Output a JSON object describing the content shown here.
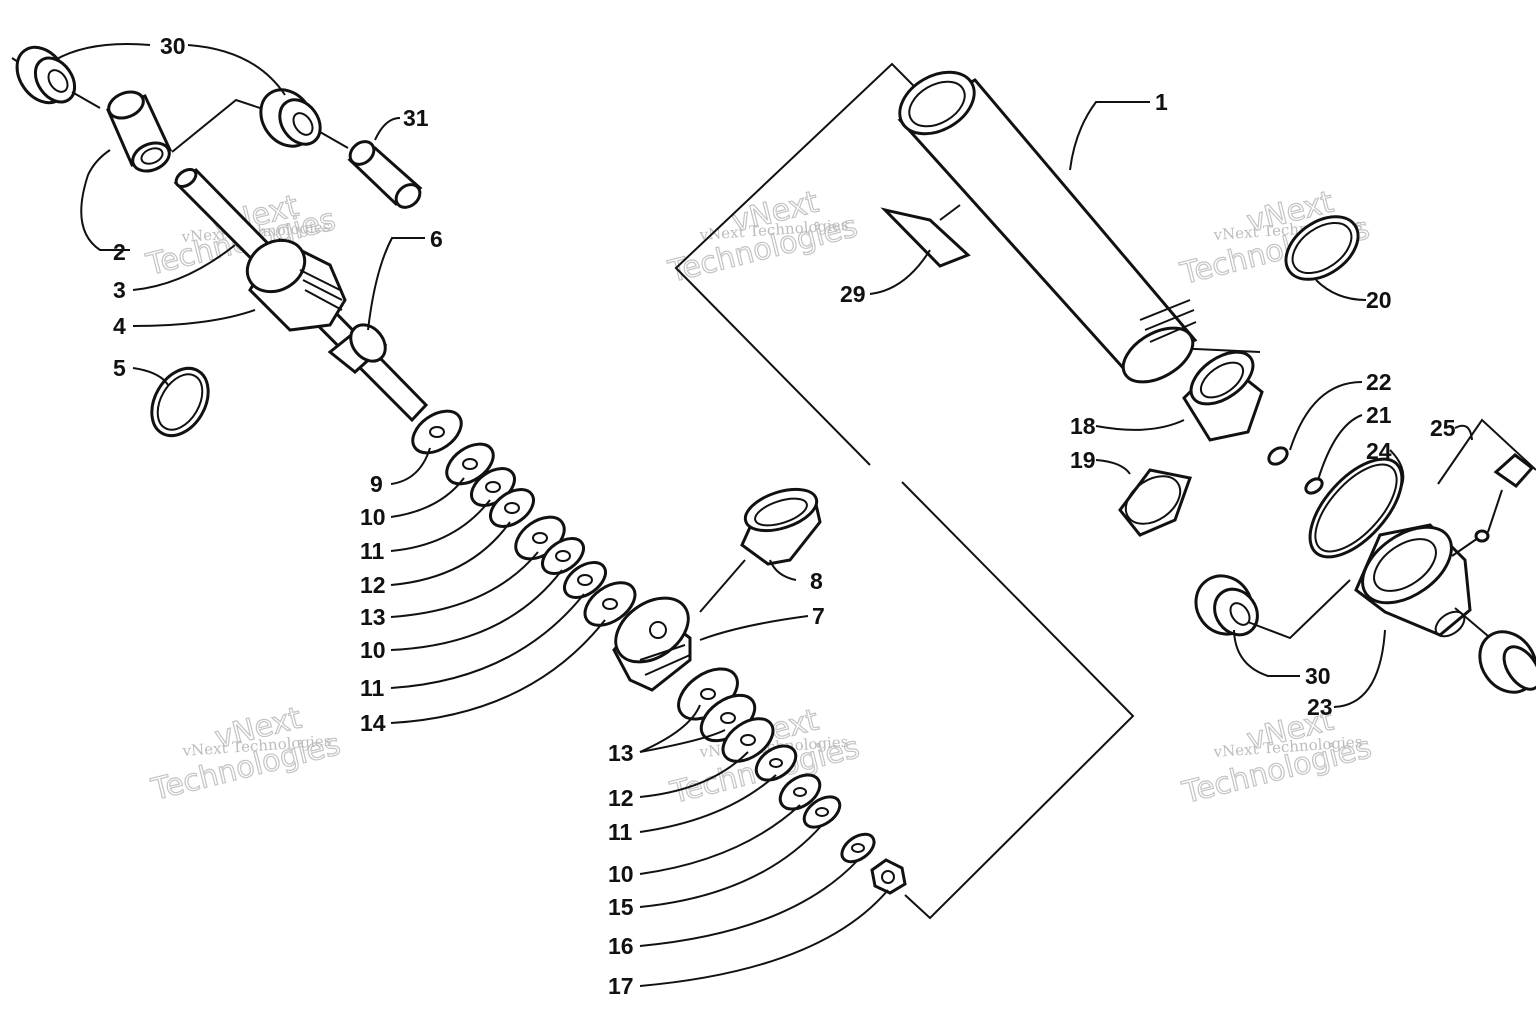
{
  "watermark": {
    "line1": "vNext Technologies",
    "word1": "vNext",
    "word2": "Technologies"
  },
  "callouts": {
    "c1": "1",
    "c2": "2",
    "c3": "3",
    "c4": "4",
    "c5": "5",
    "c6": "6",
    "c7": "7",
    "c8": "8",
    "c9": "9",
    "c10a": "10",
    "c11a": "11",
    "c12a": "12",
    "c13a": "13",
    "c10b": "10",
    "c11b": "11",
    "c14": "14",
    "c13b": "13",
    "c12b": "12",
    "c11c": "11",
    "c10c": "10",
    "c15": "15",
    "c16": "16",
    "c17": "17",
    "c18": "18",
    "c19": "19",
    "c20": "20",
    "c21": "21",
    "c22": "22",
    "c23": "23",
    "c24": "24",
    "c25": "25",
    "c29": "29",
    "c30a": "30",
    "c30b": "30",
    "c31": "31"
  },
  "colors": {
    "line": "#111111",
    "watermark": "#bdbdbd",
    "background": "#ffffff"
  }
}
